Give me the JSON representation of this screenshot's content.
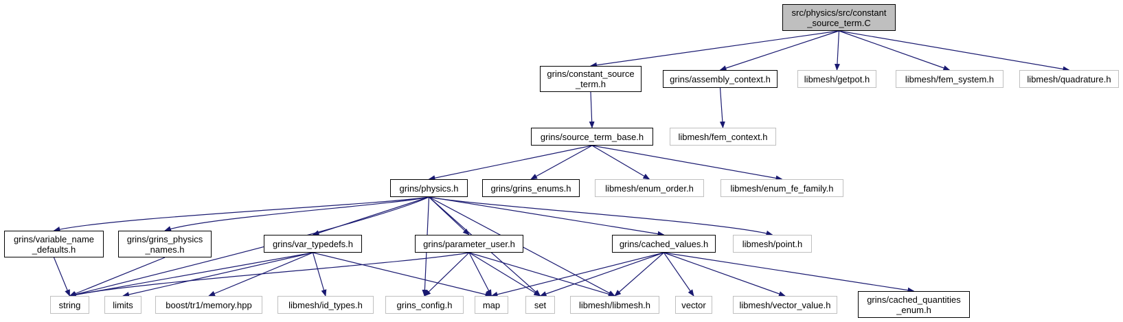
{
  "colors": {
    "edge": "#191970",
    "root_fill": "#bfbfbf",
    "internal_border": "#000000",
    "external_border": "#bfbfbf"
  },
  "nodes": [
    {
      "id": "root",
      "label": "src/physics/src/constant\n_source_term.C",
      "kind": "root"
    },
    {
      "id": "constant_source_term_h",
      "label": "grins/constant_source\n_term.h",
      "kind": "internal"
    },
    {
      "id": "assembly_context_h",
      "label": "grins/assembly_context.h",
      "kind": "internal"
    },
    {
      "id": "getpot_h",
      "label": "libmesh/getpot.h",
      "kind": "external"
    },
    {
      "id": "fem_system_h",
      "label": "libmesh/fem_system.h",
      "kind": "external"
    },
    {
      "id": "quadrature_h",
      "label": "libmesh/quadrature.h",
      "kind": "external"
    },
    {
      "id": "source_term_base_h",
      "label": "grins/source_term_base.h",
      "kind": "internal"
    },
    {
      "id": "fem_context_h",
      "label": "libmesh/fem_context.h",
      "kind": "external"
    },
    {
      "id": "physics_h",
      "label": "grins/physics.h",
      "kind": "internal"
    },
    {
      "id": "grins_enums_h",
      "label": "grins/grins_enums.h",
      "kind": "internal"
    },
    {
      "id": "enum_order_h",
      "label": "libmesh/enum_order.h",
      "kind": "external"
    },
    {
      "id": "enum_fe_family_h",
      "label": "libmesh/enum_fe_family.h",
      "kind": "external"
    },
    {
      "id": "variable_name_defaults_h",
      "label": "grins/variable_name\n_defaults.h",
      "kind": "internal"
    },
    {
      "id": "grins_physics_names_h",
      "label": "grins/grins_physics\n_names.h",
      "kind": "internal"
    },
    {
      "id": "var_typedefs_h",
      "label": "grins/var_typedefs.h",
      "kind": "internal"
    },
    {
      "id": "parameter_user_h",
      "label": "grins/parameter_user.h",
      "kind": "internal"
    },
    {
      "id": "cached_values_h",
      "label": "grins/cached_values.h",
      "kind": "internal"
    },
    {
      "id": "point_h",
      "label": "libmesh/point.h",
      "kind": "external"
    },
    {
      "id": "string",
      "label": "string",
      "kind": "external"
    },
    {
      "id": "limits",
      "label": "limits",
      "kind": "external"
    },
    {
      "id": "memory_hpp",
      "label": "boost/tr1/memory.hpp",
      "kind": "external"
    },
    {
      "id": "id_types_h",
      "label": "libmesh/id_types.h",
      "kind": "external"
    },
    {
      "id": "grins_config_h",
      "label": "grins_config.h",
      "kind": "external"
    },
    {
      "id": "map",
      "label": "map",
      "kind": "external"
    },
    {
      "id": "set",
      "label": "set",
      "kind": "external"
    },
    {
      "id": "libmesh_h",
      "label": "libmesh/libmesh.h",
      "kind": "external"
    },
    {
      "id": "vector",
      "label": "vector",
      "kind": "external"
    },
    {
      "id": "vector_value_h",
      "label": "libmesh/vector_value.h",
      "kind": "external"
    },
    {
      "id": "cached_quantities_enum_h",
      "label": "grins/cached_quantities\n_enum.h",
      "kind": "internal"
    }
  ],
  "edges": [
    [
      "root",
      "constant_source_term_h"
    ],
    [
      "root",
      "assembly_context_h"
    ],
    [
      "root",
      "getpot_h"
    ],
    [
      "root",
      "fem_system_h"
    ],
    [
      "root",
      "quadrature_h"
    ],
    [
      "constant_source_term_h",
      "source_term_base_h"
    ],
    [
      "assembly_context_h",
      "fem_context_h"
    ],
    [
      "source_term_base_h",
      "physics_h"
    ],
    [
      "source_term_base_h",
      "grins_enums_h"
    ],
    [
      "source_term_base_h",
      "enum_order_h"
    ],
    [
      "source_term_base_h",
      "enum_fe_family_h"
    ],
    [
      "physics_h",
      "variable_name_defaults_h"
    ],
    [
      "physics_h",
      "grins_physics_names_h"
    ],
    [
      "physics_h",
      "string"
    ],
    [
      "physics_h",
      "var_typedefs_h"
    ],
    [
      "physics_h",
      "grins_config_h"
    ],
    [
      "physics_h",
      "parameter_user_h"
    ],
    [
      "physics_h",
      "set"
    ],
    [
      "physics_h",
      "libmesh_h"
    ],
    [
      "physics_h",
      "cached_values_h"
    ],
    [
      "physics_h",
      "point_h"
    ],
    [
      "variable_name_defaults_h",
      "string"
    ],
    [
      "grins_physics_names_h",
      "string"
    ],
    [
      "var_typedefs_h",
      "string"
    ],
    [
      "var_typedefs_h",
      "limits"
    ],
    [
      "var_typedefs_h",
      "memory_hpp"
    ],
    [
      "var_typedefs_h",
      "id_types_h"
    ],
    [
      "var_typedefs_h",
      "map"
    ],
    [
      "parameter_user_h",
      "string"
    ],
    [
      "parameter_user_h",
      "grins_config_h"
    ],
    [
      "parameter_user_h",
      "map"
    ],
    [
      "parameter_user_h",
      "set"
    ],
    [
      "parameter_user_h",
      "libmesh_h"
    ],
    [
      "cached_values_h",
      "map"
    ],
    [
      "cached_values_h",
      "set"
    ],
    [
      "cached_values_h",
      "libmesh_h"
    ],
    [
      "cached_values_h",
      "vector"
    ],
    [
      "cached_values_h",
      "vector_value_h"
    ],
    [
      "cached_values_h",
      "cached_quantities_enum_h"
    ]
  ]
}
